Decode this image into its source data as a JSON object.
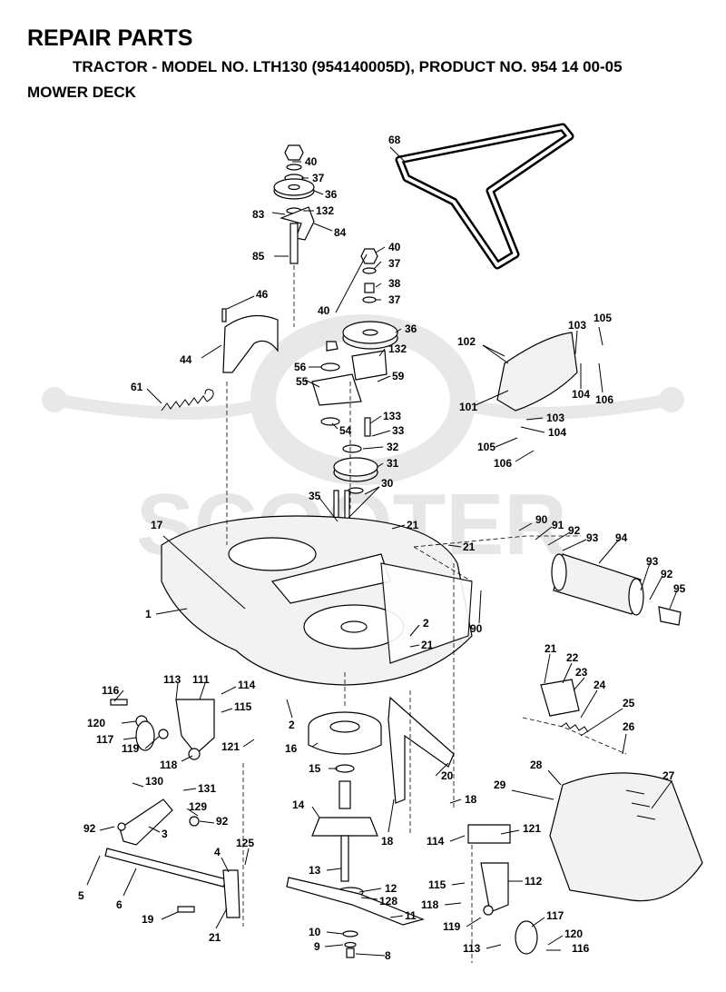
{
  "header": {
    "title": "REPAIR PARTS",
    "subtitle": "TRACTOR - MODEL NO. LTH130 (954140005D), PRODUCT NO. 954 14 00-05",
    "section": "MOWER DECK"
  },
  "watermark": "SCOOTER",
  "part_labels": [
    {
      "id": "l-68",
      "text": "68"
    },
    {
      "id": "l-40a",
      "text": "40"
    },
    {
      "id": "l-37a",
      "text": "37"
    },
    {
      "id": "l-36a",
      "text": "36"
    },
    {
      "id": "l-132a",
      "text": "132"
    },
    {
      "id": "l-83",
      "text": "83"
    },
    {
      "id": "l-84",
      "text": "84"
    },
    {
      "id": "l-85",
      "text": "85"
    },
    {
      "id": "l-40b",
      "text": "40"
    },
    {
      "id": "l-37b",
      "text": "37"
    },
    {
      "id": "l-38",
      "text": "38"
    },
    {
      "id": "l-37c",
      "text": "37"
    },
    {
      "id": "l-40c",
      "text": "40"
    },
    {
      "id": "l-36b",
      "text": "36"
    },
    {
      "id": "l-132b",
      "text": "132"
    },
    {
      "id": "l-46",
      "text": "46"
    },
    {
      "id": "l-44",
      "text": "44"
    },
    {
      "id": "l-56",
      "text": "56"
    },
    {
      "id": "l-55",
      "text": "55"
    },
    {
      "id": "l-59",
      "text": "59"
    },
    {
      "id": "l-61",
      "text": "61"
    },
    {
      "id": "l-133",
      "text": "133"
    },
    {
      "id": "l-33",
      "text": "33"
    },
    {
      "id": "l-54",
      "text": "54"
    },
    {
      "id": "l-32",
      "text": "32"
    },
    {
      "id": "l-31",
      "text": "31"
    },
    {
      "id": "l-30",
      "text": "30"
    },
    {
      "id": "l-35",
      "text": "35"
    },
    {
      "id": "l-102",
      "text": "102"
    },
    {
      "id": "l-103a",
      "text": "103"
    },
    {
      "id": "l-105a",
      "text": "105"
    },
    {
      "id": "l-104a",
      "text": "104"
    },
    {
      "id": "l-106a",
      "text": "106"
    },
    {
      "id": "l-101",
      "text": "101"
    },
    {
      "id": "l-103b",
      "text": "103"
    },
    {
      "id": "l-104b",
      "text": "104"
    },
    {
      "id": "l-105b",
      "text": "105"
    },
    {
      "id": "l-106b",
      "text": "106"
    },
    {
      "id": "l-17",
      "text": "17"
    },
    {
      "id": "l-21a",
      "text": "21"
    },
    {
      "id": "l-21b",
      "text": "21"
    },
    {
      "id": "l-1",
      "text": "1"
    },
    {
      "id": "l-2a",
      "text": "2"
    },
    {
      "id": "l-21c",
      "text": "21"
    },
    {
      "id": "l-90a",
      "text": "90"
    },
    {
      "id": "l-91",
      "text": "91"
    },
    {
      "id": "l-92a",
      "text": "92"
    },
    {
      "id": "l-93a",
      "text": "93"
    },
    {
      "id": "l-94",
      "text": "94"
    },
    {
      "id": "l-93b",
      "text": "93"
    },
    {
      "id": "l-92b",
      "text": "92"
    },
    {
      "id": "l-95",
      "text": "95"
    },
    {
      "id": "l-90b",
      "text": "90"
    },
    {
      "id": "l-116a",
      "text": "116"
    },
    {
      "id": "l-113a",
      "text": "113"
    },
    {
      "id": "l-111",
      "text": "111"
    },
    {
      "id": "l-114a",
      "text": "114"
    },
    {
      "id": "l-115a",
      "text": "115"
    },
    {
      "id": "l-120a",
      "text": "120"
    },
    {
      "id": "l-117a",
      "text": "117"
    },
    {
      "id": "l-119a",
      "text": "119"
    },
    {
      "id": "l-118a",
      "text": "118"
    },
    {
      "id": "l-121a",
      "text": "121"
    },
    {
      "id": "l-2b",
      "text": "2"
    },
    {
      "id": "l-16",
      "text": "16"
    },
    {
      "id": "l-15",
      "text": "15"
    },
    {
      "id": "l-20",
      "text": "20"
    },
    {
      "id": "l-14",
      "text": "14"
    },
    {
      "id": "l-18a",
      "text": "18"
    },
    {
      "id": "l-18b",
      "text": "18"
    },
    {
      "id": "l-21d",
      "text": "21"
    },
    {
      "id": "l-22",
      "text": "22"
    },
    {
      "id": "l-23",
      "text": "23"
    },
    {
      "id": "l-24",
      "text": "24"
    },
    {
      "id": "l-25",
      "text": "25"
    },
    {
      "id": "l-26",
      "text": "26"
    },
    {
      "id": "l-27",
      "text": "27"
    },
    {
      "id": "l-28",
      "text": "28"
    },
    {
      "id": "l-29",
      "text": "29"
    },
    {
      "id": "l-130",
      "text": "130"
    },
    {
      "id": "l-131",
      "text": "131"
    },
    {
      "id": "l-129",
      "text": "129"
    },
    {
      "id": "l-92c",
      "text": "92"
    },
    {
      "id": "l-92d",
      "text": "92"
    },
    {
      "id": "l-3",
      "text": "3"
    },
    {
      "id": "l-4",
      "text": "4"
    },
    {
      "id": "l-125",
      "text": "125"
    },
    {
      "id": "l-5",
      "text": "5"
    },
    {
      "id": "l-6",
      "text": "6"
    },
    {
      "id": "l-19",
      "text": "19"
    },
    {
      "id": "l-21e",
      "text": "21"
    },
    {
      "id": "l-13",
      "text": "13"
    },
    {
      "id": "l-12",
      "text": "12"
    },
    {
      "id": "l-128",
      "text": "128"
    },
    {
      "id": "l-11",
      "text": "11"
    },
    {
      "id": "l-10",
      "text": "10"
    },
    {
      "id": "l-9",
      "text": "9"
    },
    {
      "id": "l-8",
      "text": "8"
    },
    {
      "id": "l-114b",
      "text": "114"
    },
    {
      "id": "l-121b",
      "text": "121"
    },
    {
      "id": "l-115b",
      "text": "115"
    },
    {
      "id": "l-112",
      "text": "112"
    },
    {
      "id": "l-118b",
      "text": "118"
    },
    {
      "id": "l-119b",
      "text": "119"
    },
    {
      "id": "l-117b",
      "text": "117"
    },
    {
      "id": "l-120b",
      "text": "120"
    },
    {
      "id": "l-113b",
      "text": "113"
    },
    {
      "id": "l-116b",
      "text": "116"
    }
  ]
}
